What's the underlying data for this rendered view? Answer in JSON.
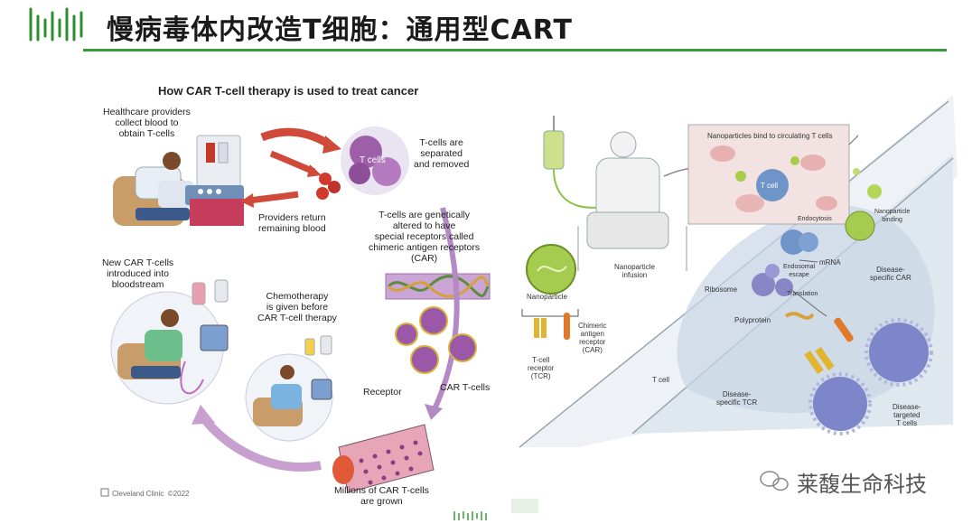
{
  "slide": {
    "title": "慢病毒体内改造T细胞：通用型CART",
    "accent_color": "#3a9a3a"
  },
  "left_diagram": {
    "title": "How CAR T-cell therapy is used to treat cancer",
    "labels": {
      "healthcare": "Healthcare providers\ncollect blood to\nobtain T-cells",
      "tcells_bubble": "T cells",
      "separated": "T-cells are\nseparated\nand removed",
      "providers_return": "Providers return\nremaining blood",
      "altered": "T-cells are genetically\naltered to have\nspecial receptors called\nchimeric antigen receptors\n(CAR)",
      "new_car": "New CAR T-cells\nintroduced into\nbloodstream",
      "chemo": "Chemotherapy\nis given before\nCAR T-cell therapy",
      "receptor": "Receptor",
      "car_tcells": "CAR T-cells",
      "millions": "Millions of CAR T-cells\nare grown",
      "credit": "Cleveland Clinic  ©2022"
    }
  },
  "right_diagram": {
    "labels": {
      "np_bind": "Nanoparticles bind to circulating T cells",
      "t_cell_small": "T cell",
      "nanoparticle": "Nanoparticle",
      "infusion": "Nanoparticle\ninfusion",
      "endocytosis": "Endocytosis",
      "np_binding": "Nanoparticle\nbinding",
      "endosomal": "Endosomal\nescape",
      "mrna": "mRNA",
      "ribosome": "Ribosome",
      "translation": "Translation",
      "polyprotein": "Polyprotein",
      "disease_car": "Disease-\nspecific CAR",
      "tcr": "T-cell\nreceptor\n(TCR)",
      "car": "Chimeric\nantigen\nreceptor\n(CAR)",
      "t_cell_big": "T cell",
      "disease_tcr": "Disease-\nspecific TCR",
      "disease_targeted": "Disease-\ntargeted\nT cells"
    }
  },
  "watermark": {
    "text": "莱馥生命科技"
  }
}
